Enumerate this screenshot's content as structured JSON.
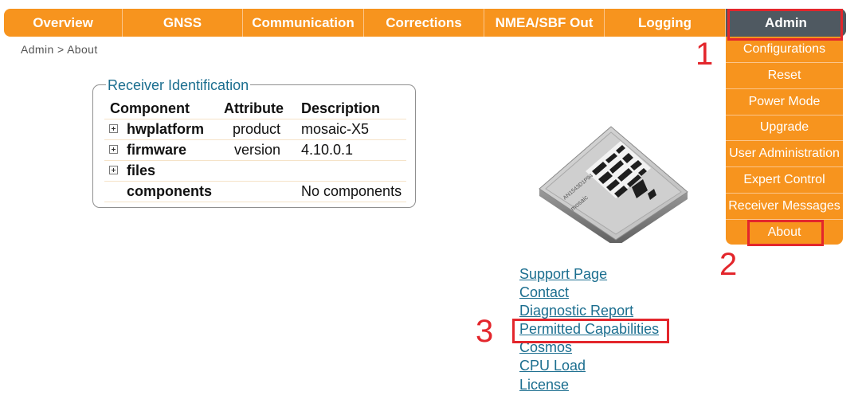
{
  "nav": {
    "tabs": [
      "Overview",
      "GNSS",
      "Communication",
      "Corrections",
      "NMEA/SBF Out",
      "Logging",
      "Admin"
    ],
    "active": "Admin"
  },
  "breadcrumb": "Admin > About",
  "receiver_id": {
    "legend": "Receiver Identification",
    "headers": [
      "Component",
      "Attribute",
      "Description"
    ],
    "rows": [
      {
        "component": "hwplatform",
        "attribute": "product",
        "description": "mosaic-X5"
      },
      {
        "component": "firmware",
        "attribute": "version",
        "description": "4.10.0.1"
      },
      {
        "component": "files",
        "attribute": "",
        "description": ""
      },
      {
        "component": "components",
        "attribute": "",
        "description": "No components"
      }
    ]
  },
  "admin_menu": [
    "Configurations",
    "Reset",
    "Power Mode",
    "Upgrade",
    "User Administration",
    "Expert Control",
    "Receiver Messages",
    "About"
  ],
  "links": [
    "Support Page",
    "Contact",
    "Diagnostic Report",
    "Permitted Capabilities",
    "Cosmos",
    "CPU Load",
    "License"
  ],
  "chip_label": "mosaic",
  "annotations": [
    "1",
    "2",
    "3"
  ],
  "colors": {
    "nav_orange": "#f7941e",
    "active_tab": "#4f5961",
    "link": "#1b6e8f",
    "highlight": "#e3262c"
  }
}
